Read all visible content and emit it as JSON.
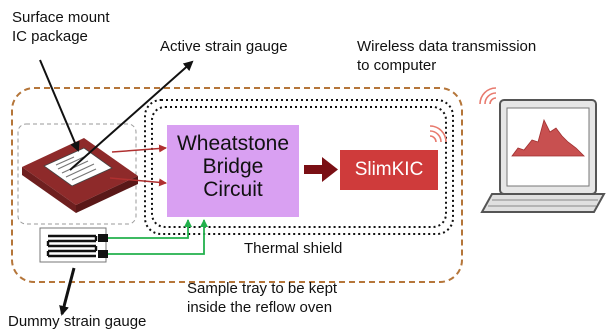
{
  "labels": {
    "ic_package_line1": "Surface mount",
    "ic_package_line2": "IC package",
    "active_gauge": "Active strain gauge",
    "wireless_line1": "Wireless data transmission",
    "wireless_line2": "to computer",
    "thermal_shield": "Thermal shield",
    "sample_tray_line1": "Sample tray to be kept",
    "sample_tray_line2": "inside the reflow oven",
    "dummy_gauge": "Dummy strain gauge"
  },
  "blocks": {
    "wheatstone_line1": "Wheatstone",
    "wheatstone_line2": "Bridge",
    "wheatstone_line3": "Circuit",
    "slimkic": "SlimKIC"
  },
  "colors": {
    "oven_border": "#b5763a",
    "wheatstone_fill": "#d9a0f2",
    "slimkic_fill": "#cf3b3b",
    "ic_fill": "#8e2a2a",
    "arrow_main": "#7a0f14",
    "green_leads": "#22b14c",
    "wifi": "#e87a6e",
    "chart_fill": "#c85050"
  }
}
